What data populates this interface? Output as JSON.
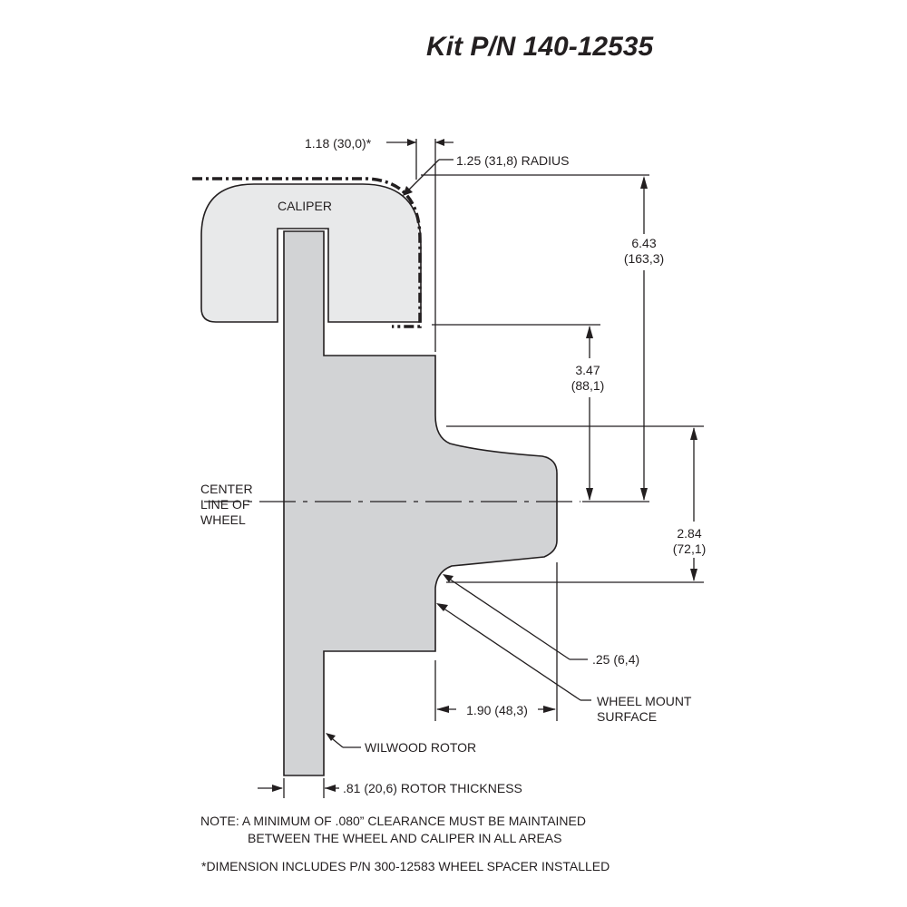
{
  "title": "Kit P/N 140-12535",
  "labels": {
    "caliper": "CALIPER",
    "center_line_1": "CENTER",
    "center_line_2": "LINE OF",
    "center_line_3": "WHEEL",
    "rotor": "WILWOOD ROTOR",
    "wheel_mount_1": "WHEEL MOUNT",
    "wheel_mount_2": "SURFACE"
  },
  "dimensions": {
    "caliper_offset": "1.18 (30,0)*",
    "radius": "1.25 (31,8) RADIUS",
    "height_total_1": "6.43",
    "height_total_2": "(163,3)",
    "height_inner_1": "3.47",
    "height_inner_2": "(88,1)",
    "hub_radius_1": "2.84",
    "hub_radius_2": "(72,1)",
    "fillet": ".25 (6,4)",
    "hub_width": "1.90 (48,3)",
    "rotor_thickness": ".81 (20,6) ROTOR THICKNESS"
  },
  "notes": {
    "note_line_1": "NOTE: A MINIMUM OF .080” CLEARANCE MUST BE MAINTAINED",
    "note_line_2": "BETWEEN THE WHEEL AND CALIPER IN ALL AREAS",
    "spacer_note": "*DIMENSION INCLUDES P/N 300-12583 WHEEL SPACER INSTALLED"
  },
  "colors": {
    "rotor_fill": "#d2d3d5",
    "caliper_fill": "#e8e9ea",
    "line": "#231f20"
  }
}
